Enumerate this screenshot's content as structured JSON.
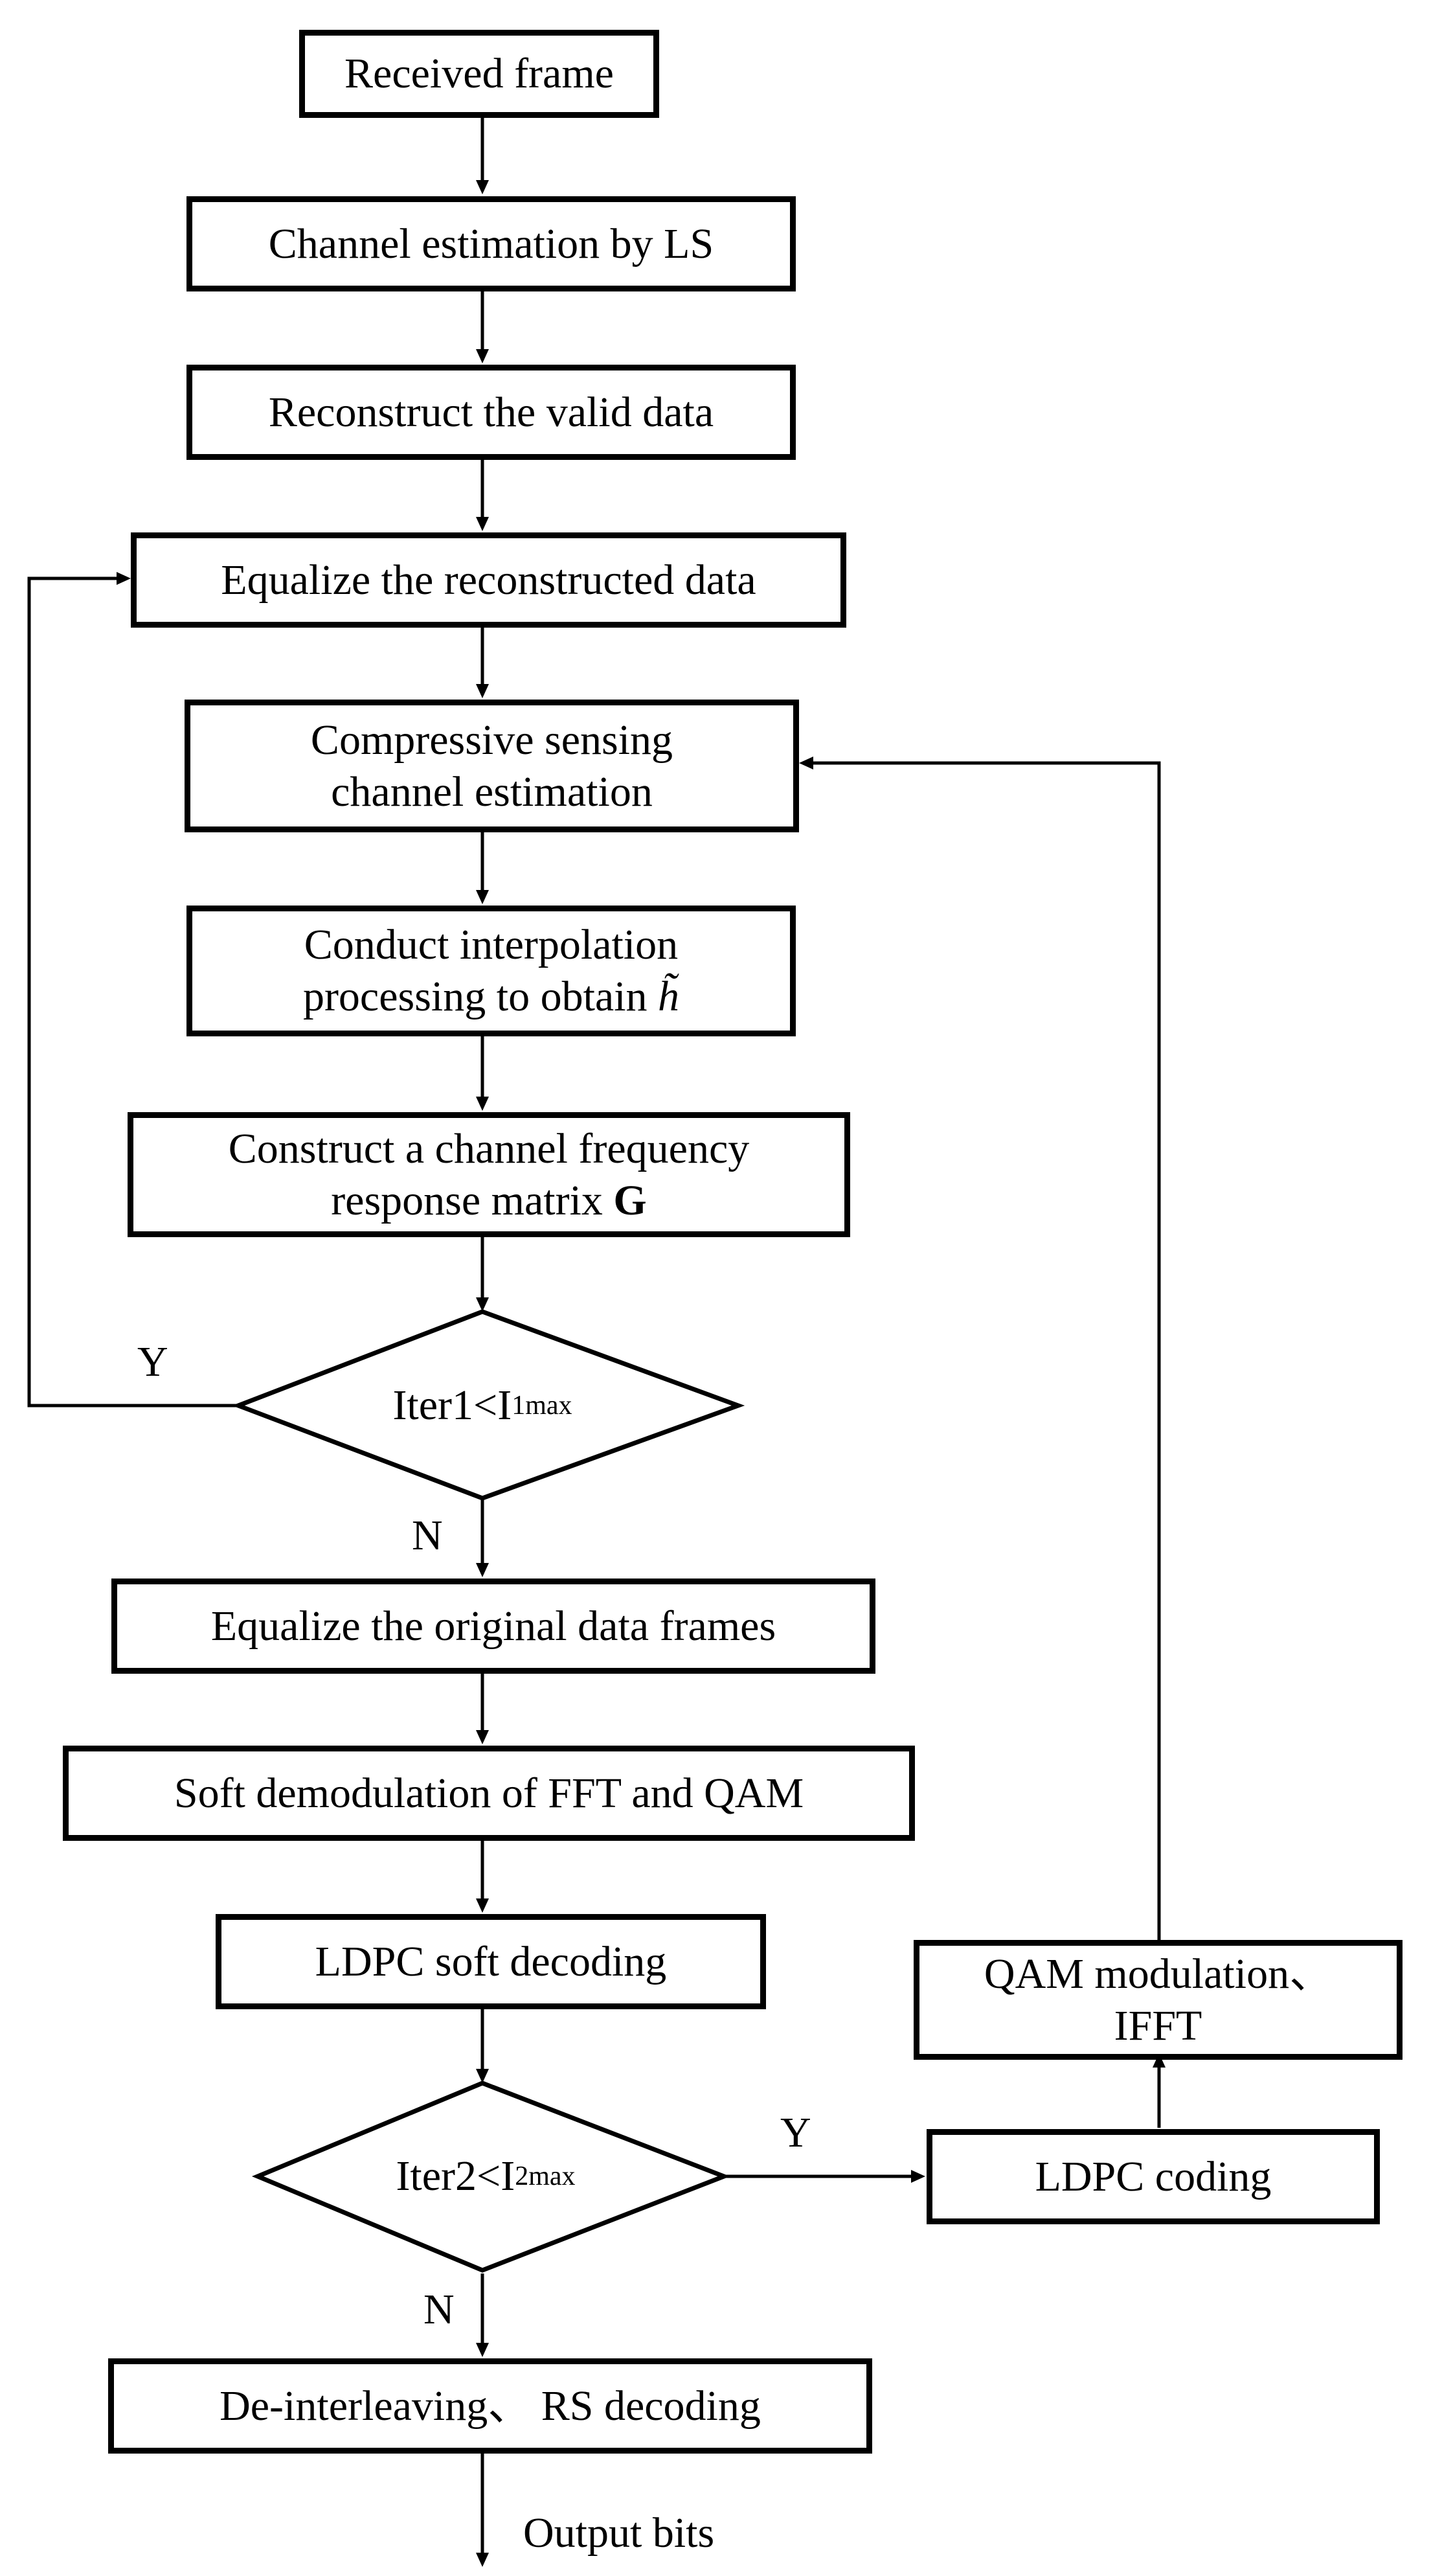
{
  "nodes": {
    "received_frame": "Received frame",
    "channel_ls": "Channel estimation by LS",
    "reconstruct": "Reconstruct the valid data",
    "equalize_reconstructed": "Equalize the reconstructed data",
    "cs_line1": "Compressive sensing",
    "cs_line2": "channel estimation",
    "interp_line1": "Conduct interpolation",
    "interp_line2": "processing to obtain",
    "interp_symbol": "h̃",
    "cfr_line1": "Construct a channel frequency",
    "cfr_line2": "response matrix",
    "cfr_symbol": "G",
    "iter1_text": "Iter1<I",
    "iter1_sub": "1max",
    "equalize_original": "Equalize the original data frames",
    "soft_demod": "Soft demodulation of FFT and QAM",
    "ldpc_soft": "LDPC soft decoding",
    "iter2_text": "Iter2<I",
    "iter2_sub": "2max",
    "ldpc_coding": "LDPC coding",
    "qam_line1": "QAM modulation、",
    "qam_line2": "IFFT",
    "deinterleave": "De-interleaving、 RS decoding",
    "output": "Output bits"
  },
  "edge_labels": {
    "iter1_yes": "Y",
    "iter1_no": "N",
    "iter2_yes": "Y",
    "iter2_no": "N"
  }
}
